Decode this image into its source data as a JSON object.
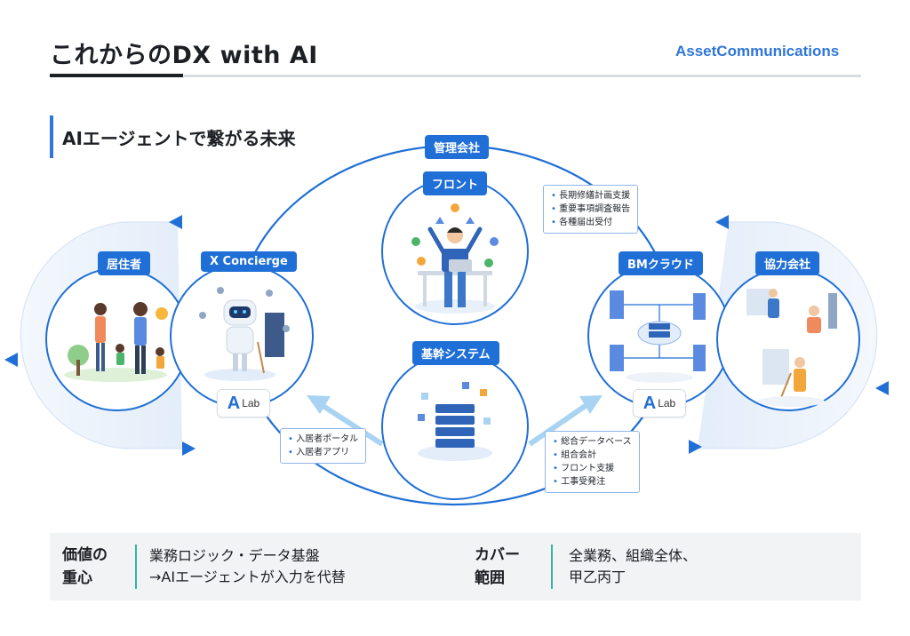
{
  "header": {
    "title": "これからのDX with AI",
    "brand": "AssetCommunications"
  },
  "subtitle": "AIエージェントで繋がる未来",
  "nodes": {
    "management": "管理会社",
    "front": "フロント",
    "core_system": "基幹システム",
    "residents": "居住者",
    "x_concierge": "X Concierge",
    "bm_cloud": "BMクラウド",
    "partners": "協力会社"
  },
  "lab_logo": {
    "letter": "A",
    "text": "Lab"
  },
  "notes": {
    "front_tasks": [
      "長期修繕計画支援",
      "重要事項調査報告",
      "各種届出受付"
    ],
    "resident_apps": [
      "入居者ポータル",
      "入居者アプリ"
    ],
    "core_functions": [
      "総合データベース",
      "組合会計",
      "フロント支援",
      "工事受発注"
    ]
  },
  "summary": {
    "value_heading": [
      "価値の",
      "重心"
    ],
    "value_text": [
      "業務ロジック・データ基盤",
      "→AIエージェントが入力を代替"
    ],
    "coverage_heading": [
      "カバー",
      "範囲"
    ],
    "coverage_text": [
      "全業務、組織全体、",
      "甲乙丙丁"
    ]
  },
  "colors": {
    "accent": "#1f6fd6",
    "brand": "#2f76d8",
    "teal": "#34b3a6",
    "arrow_light": "#a9d3f2"
  }
}
